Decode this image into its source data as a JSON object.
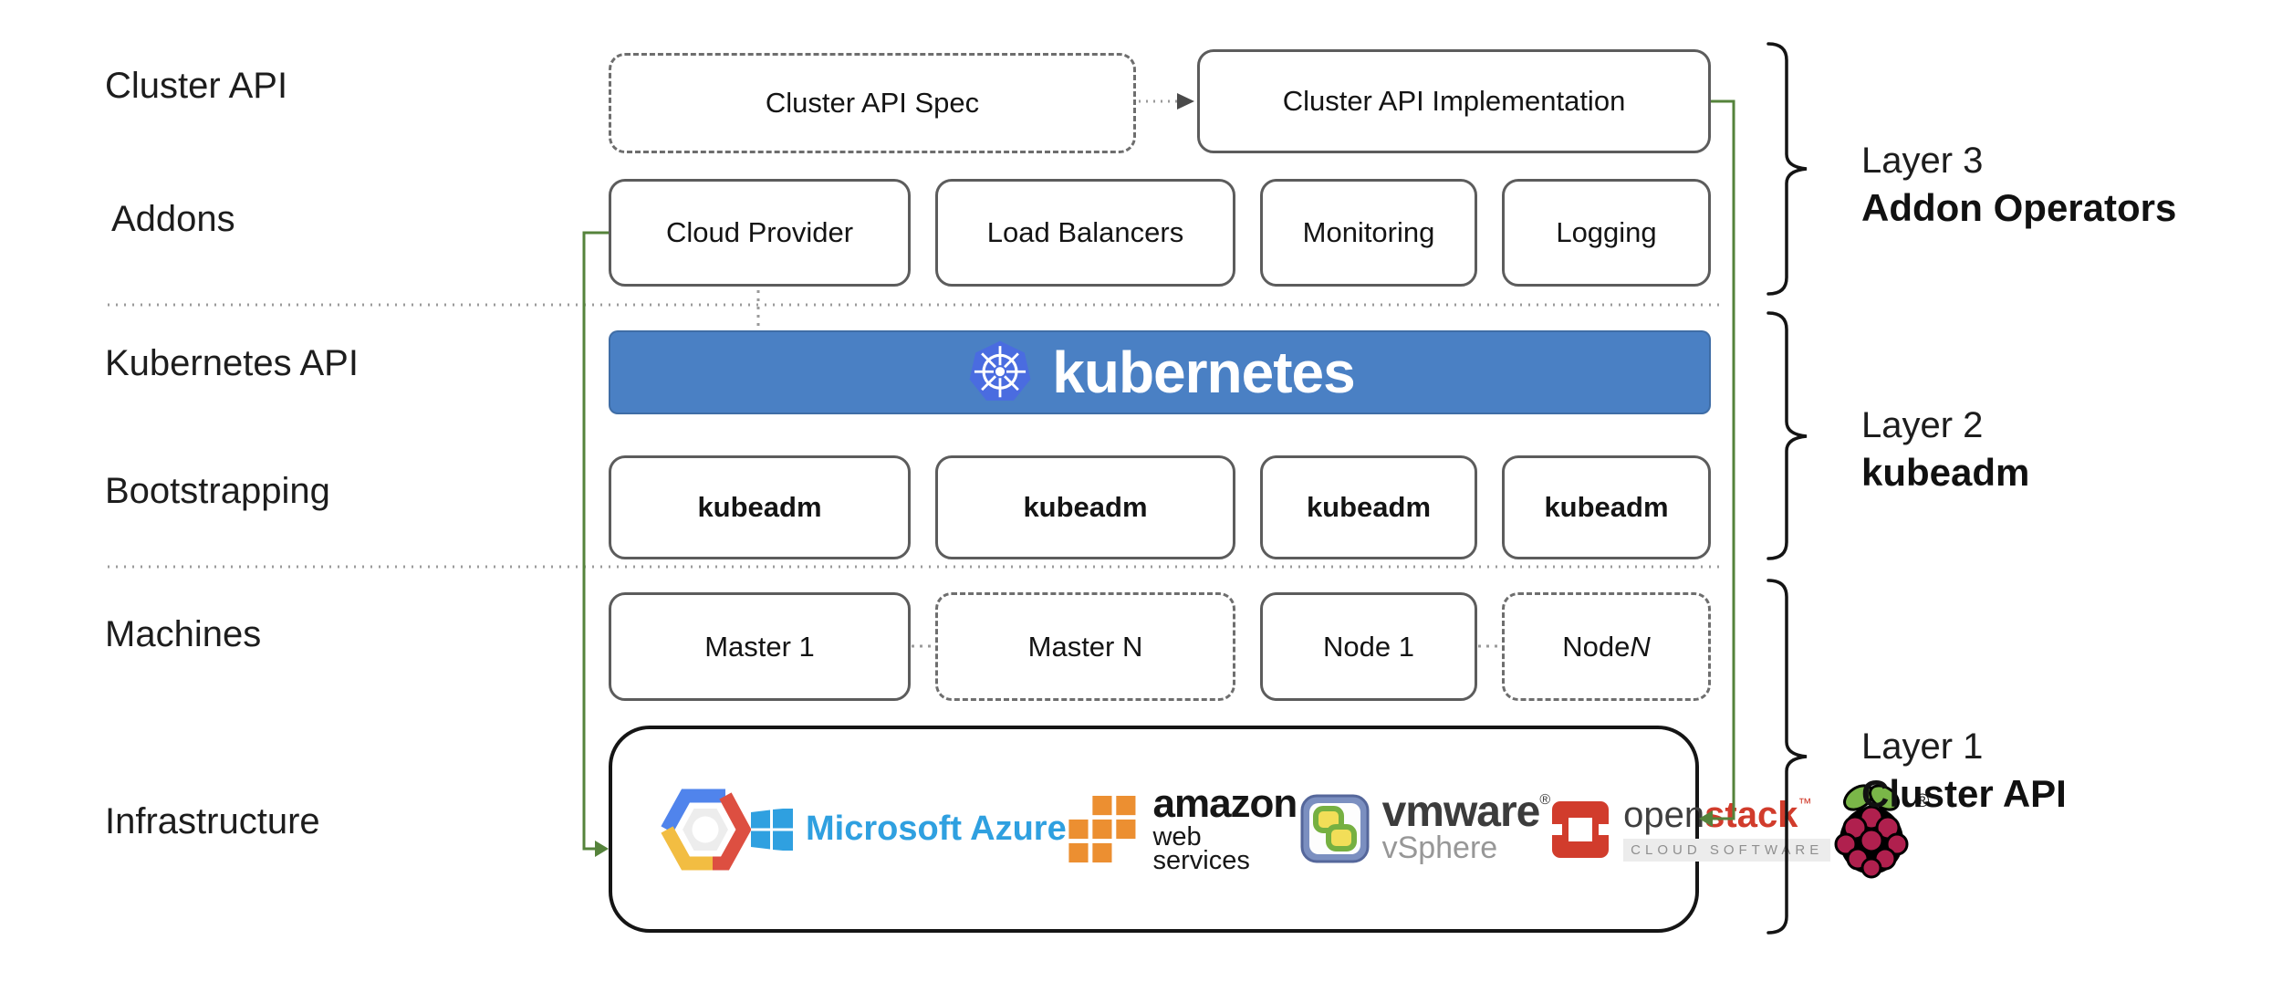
{
  "colors": {
    "banner_blue": "#4a80c4",
    "k8s_logo_blue": "#4a6ce0",
    "accent_green": "#55833b",
    "azure_blue": "#2fa0e0",
    "aws_orange": "#ec8f31",
    "openstack_red": "#d13c2c",
    "raspberry_crimson": "#b0204e",
    "leaf_green": "#7ab648",
    "box_border_gray": "#5c5c5c"
  },
  "row_labels": [
    {
      "label": "Cluster API"
    },
    {
      "label": "Addons"
    },
    {
      "label": "Kubernetes API"
    },
    {
      "label": "Bootstrapping"
    },
    {
      "label": "Machines"
    },
    {
      "label": "Infrastructure"
    }
  ],
  "cluster_api_row": {
    "spec_label": "Cluster API Spec",
    "implementation_label": "Cluster API Implementation"
  },
  "addons_row": {
    "boxes": [
      {
        "label": "Cloud Provider"
      },
      {
        "label": "Load Balancers"
      },
      {
        "label": "Monitoring"
      },
      {
        "label": "Logging"
      }
    ]
  },
  "kubernetes_banner": {
    "wordmark": "kubernetes"
  },
  "bootstrapping_row": {
    "boxes": [
      {
        "label": "kubeadm"
      },
      {
        "label": "kubeadm"
      },
      {
        "label": "kubeadm"
      },
      {
        "label": "kubeadm"
      }
    ]
  },
  "machines_row": {
    "boxes": [
      {
        "label": "Master 1",
        "italic_n": ""
      },
      {
        "label": "Master N",
        "italic_n": ""
      },
      {
        "label": "Node 1",
        "italic_n": ""
      },
      {
        "label": "Node ",
        "italic_n": "N"
      }
    ]
  },
  "infrastructure_row": {
    "providers": [
      {
        "name": "Google Cloud Platform"
      },
      {
        "name": "Microsoft Azure",
        "label": "Microsoft Azure"
      },
      {
        "name": "Amazon Web Services",
        "label": "amazon",
        "sublabel": "web services"
      },
      {
        "name": "VMware vSphere",
        "label": "vmware",
        "reg": "®",
        "sublabel": "vSphere"
      },
      {
        "name": "OpenStack",
        "label_open": "open",
        "label_stack": "stack",
        "tm": "™",
        "sublabel": "CLOUD SOFTWARE"
      },
      {
        "name": "Raspberry Pi",
        "reg": "®"
      }
    ]
  },
  "layer_annotations": [
    {
      "line1": "Layer 3",
      "line2": "Addon Operators"
    },
    {
      "line1": "Layer 2",
      "line2": "kubeadm"
    },
    {
      "line1": "Layer 1",
      "line2": "Cluster API"
    }
  ]
}
